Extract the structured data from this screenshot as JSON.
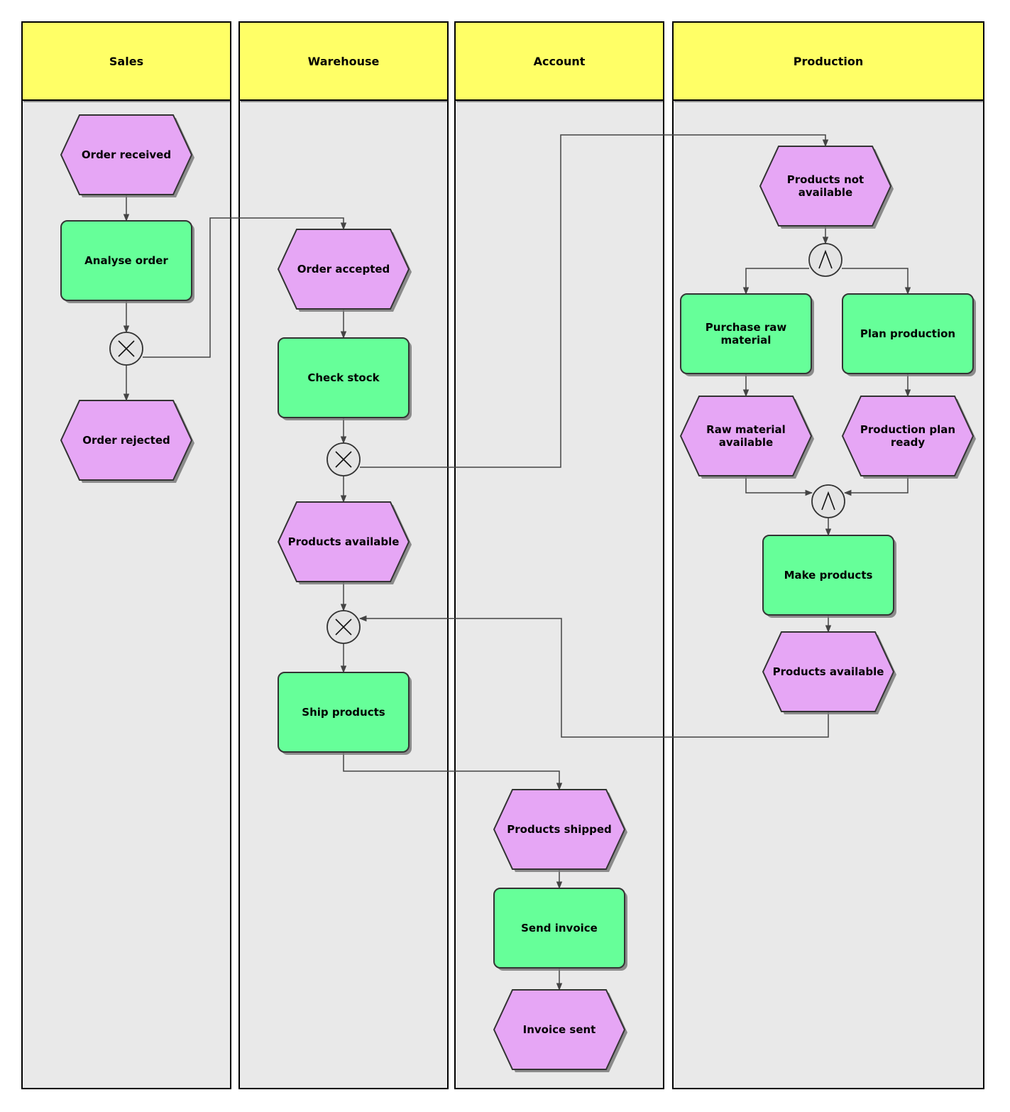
{
  "colors": {
    "lane_header": "#ffff66",
    "lane_body": "#e9e9e9",
    "event": "#e6a6f5",
    "function": "#66ff99",
    "connector": "#e4e4e4"
  },
  "lanes": [
    {
      "id": "sales",
      "title": "Sales"
    },
    {
      "id": "warehouse",
      "title": "Warehouse"
    },
    {
      "id": "account",
      "title": "Account"
    },
    {
      "id": "production",
      "title": "Production"
    }
  ],
  "nodes": [
    {
      "id": "order_received",
      "kind": "event",
      "lines": [
        "Order received"
      ]
    },
    {
      "id": "analyse_order",
      "kind": "function",
      "lines": [
        "Analyse order"
      ]
    },
    {
      "id": "xor_sales",
      "kind": "xor"
    },
    {
      "id": "order_rejected",
      "kind": "event",
      "lines": [
        "Order rejected"
      ]
    },
    {
      "id": "order_accepted",
      "kind": "event",
      "lines": [
        "Order accepted"
      ]
    },
    {
      "id": "check_stock",
      "kind": "function",
      "lines": [
        "Check stock"
      ]
    },
    {
      "id": "xor_stock",
      "kind": "xor"
    },
    {
      "id": "products_available_wh",
      "kind": "event",
      "lines": [
        "Products available"
      ]
    },
    {
      "id": "xor_join",
      "kind": "xor"
    },
    {
      "id": "ship_products",
      "kind": "function",
      "lines": [
        "Ship products"
      ]
    },
    {
      "id": "products_shipped",
      "kind": "event",
      "lines": [
        "Products shipped"
      ]
    },
    {
      "id": "send_invoice",
      "kind": "function",
      "lines": [
        "Send invoice"
      ]
    },
    {
      "id": "invoice_sent",
      "kind": "event",
      "lines": [
        "Invoice sent"
      ]
    },
    {
      "id": "products_not_available",
      "kind": "event",
      "lines": [
        "Products not",
        "available"
      ]
    },
    {
      "id": "and_split",
      "kind": "and"
    },
    {
      "id": "purchase_raw_material",
      "kind": "function",
      "lines": [
        "Purchase raw",
        "material"
      ]
    },
    {
      "id": "plan_production",
      "kind": "function",
      "lines": [
        "Plan production"
      ]
    },
    {
      "id": "raw_material_available",
      "kind": "event",
      "lines": [
        "Raw material",
        "available"
      ]
    },
    {
      "id": "production_plan_ready",
      "kind": "event",
      "lines": [
        "Production plan",
        "ready"
      ]
    },
    {
      "id": "and_join",
      "kind": "and"
    },
    {
      "id": "make_products",
      "kind": "function",
      "lines": [
        "Make products"
      ]
    },
    {
      "id": "products_available_prod",
      "kind": "event",
      "lines": [
        "Products available"
      ]
    }
  ],
  "edges": [
    {
      "from": "order_received",
      "to": "analyse_order"
    },
    {
      "from": "analyse_order",
      "to": "xor_sales"
    },
    {
      "from": "xor_sales",
      "to": "order_rejected"
    },
    {
      "from": "xor_sales",
      "to": "order_accepted"
    },
    {
      "from": "order_accepted",
      "to": "check_stock"
    },
    {
      "from": "check_stock",
      "to": "xor_stock"
    },
    {
      "from": "xor_stock",
      "to": "products_available_wh"
    },
    {
      "from": "xor_stock",
      "to": "products_not_available"
    },
    {
      "from": "products_available_wh",
      "to": "xor_join"
    },
    {
      "from": "xor_join",
      "to": "ship_products"
    },
    {
      "from": "ship_products",
      "to": "products_shipped"
    },
    {
      "from": "products_shipped",
      "to": "send_invoice"
    },
    {
      "from": "send_invoice",
      "to": "invoice_sent"
    },
    {
      "from": "products_not_available",
      "to": "and_split"
    },
    {
      "from": "and_split",
      "to": "purchase_raw_material"
    },
    {
      "from": "and_split",
      "to": "plan_production"
    },
    {
      "from": "purchase_raw_material",
      "to": "raw_material_available"
    },
    {
      "from": "plan_production",
      "to": "production_plan_ready"
    },
    {
      "from": "raw_material_available",
      "to": "and_join"
    },
    {
      "from": "production_plan_ready",
      "to": "and_join"
    },
    {
      "from": "and_join",
      "to": "make_products"
    },
    {
      "from": "make_products",
      "to": "products_available_prod"
    },
    {
      "from": "products_available_prod",
      "to": "xor_join"
    }
  ]
}
